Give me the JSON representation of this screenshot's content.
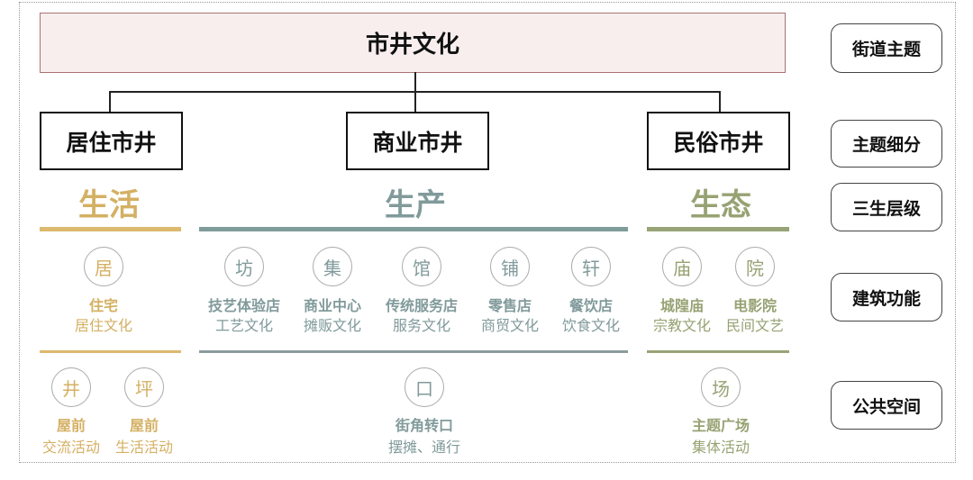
{
  "root": "市井文化",
  "themes": [
    "居住市井",
    "商业市井",
    "民俗市井"
  ],
  "levels": [
    "街道主题",
    "主题细分",
    "三生层级",
    "建筑功能",
    "公共空间"
  ],
  "categories": [
    {
      "label": "生活",
      "color": "#d4b063"
    },
    {
      "label": "生产",
      "color": "#819a9b"
    },
    {
      "label": "生态",
      "color": "#97a273"
    }
  ],
  "buildings": [
    {
      "char": "居",
      "name": "住宅",
      "culture": "居住文化"
    },
    {
      "char": "坊",
      "name": "技艺体验店",
      "culture": "工艺文化"
    },
    {
      "char": "集",
      "name": "商业中心",
      "culture": "摊贩文化"
    },
    {
      "char": "馆",
      "name": "传统服务店",
      "culture": "服务文化"
    },
    {
      "char": "铺",
      "name": "零售店",
      "culture": "商贸文化"
    },
    {
      "char": "轩",
      "name": "餐饮店",
      "culture": "饮食文化"
    },
    {
      "char": "庙",
      "name": "城隍庙",
      "culture": "宗教文化"
    },
    {
      "char": "院",
      "name": "电影院",
      "culture": "民间文艺"
    }
  ],
  "spaces": [
    {
      "char": "井",
      "name": "屋前",
      "activity": "交流活动"
    },
    {
      "char": "坪",
      "name": "屋前",
      "activity": "生活活动"
    },
    {
      "char": "口",
      "name": "街角转口",
      "activity": "摆摊、通行"
    },
    {
      "char": "场",
      "name": "主题广场",
      "activity": "集体活动"
    }
  ]
}
